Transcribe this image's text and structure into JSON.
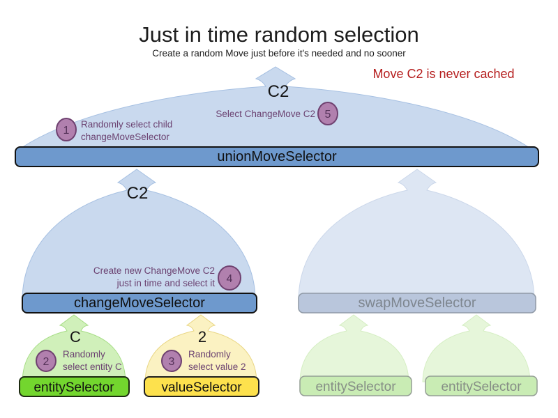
{
  "title": "Just in time random selection",
  "subtitle": "Create a random Move just before it's needed and no sooner",
  "note": {
    "text": "Move C2 is never cached",
    "color": "#b51d1d"
  },
  "selectors": {
    "union": {
      "label": "unionMoveSelector",
      "output": "C2"
    },
    "change": {
      "label": "changeMoveSelector",
      "output": "C2"
    },
    "swap": {
      "label": "swapMoveSelector"
    },
    "entity": {
      "label": "entitySelector",
      "output": "C"
    },
    "value": {
      "label": "valueSelector",
      "output": "2"
    },
    "faded_entity_1": {
      "label": "entitySelector"
    },
    "faded_entity_2": {
      "label": "entitySelector"
    }
  },
  "steps": [
    {
      "num": "1",
      "line1": "Randomly select child",
      "line2": "changeMoveSelector"
    },
    {
      "num": "2",
      "line1": "Randomly",
      "line2": "select entity C"
    },
    {
      "num": "3",
      "line1": "Randomly",
      "line2": "select value 2"
    },
    {
      "num": "4",
      "line1": "Create new ChangeMove C2",
      "line2": "just in time and select it"
    },
    {
      "num": "5",
      "line1": "Select ChangeMove C2"
    }
  ],
  "colors": {
    "dome_blue": "#c9d9ee",
    "dome_blue_faded": "#dde6f3",
    "dome_green": "#d0f0ba",
    "dome_green_faded": "#e6f6da",
    "dome_yellow": "#fbf2c2",
    "bar_blue": "#6e99cd",
    "bar_blue_faded": "#b9c6dc",
    "bar_green": "#73d62e",
    "bar_yellow": "#fde14d",
    "bar_green_faded": "#c9ecb4",
    "badge_fill": "#b180ae",
    "badge_border": "#6f4170",
    "annotation_text": "#6b4271",
    "note_red": "#b51d1d"
  }
}
